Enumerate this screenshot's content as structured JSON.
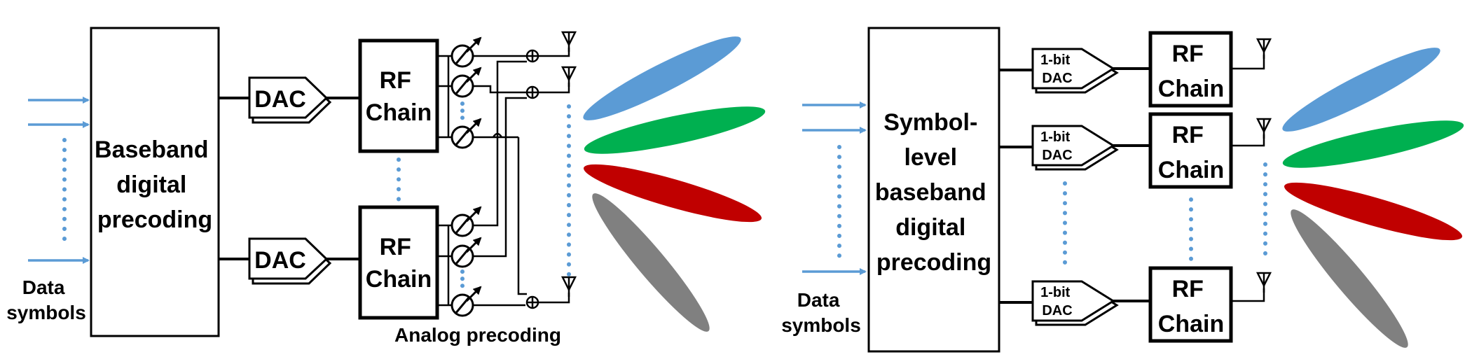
{
  "left": {
    "baseband_lines": [
      "Baseband",
      "digital",
      "precoding"
    ],
    "dac_label": "DAC",
    "rf_lines": [
      "RF",
      "Chain"
    ],
    "data_lines": [
      "Data",
      "symbols"
    ],
    "analog_label": "Analog precoding"
  },
  "right": {
    "baseband_lines": [
      "Symbol-",
      "level",
      "baseband",
      "digital",
      "precoding"
    ],
    "dac_lines": [
      "1-bit",
      "DAC"
    ],
    "rf_lines": [
      "RF",
      "Chain"
    ],
    "data_lines": [
      "Data",
      "symbols"
    ]
  },
  "colors": {
    "beam_blue": "#5b9bd5",
    "beam_green": "#00b050",
    "beam_red": "#c00000",
    "beam_gray": "#808080",
    "arrow": "#5b9bd5"
  }
}
